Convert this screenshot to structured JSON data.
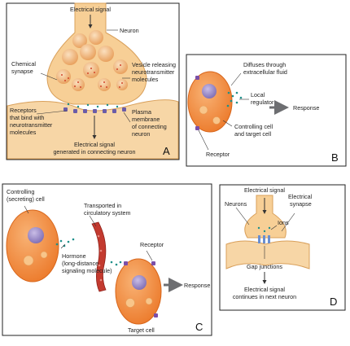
{
  "panels": {
    "a": {
      "tag": "A",
      "labels": {
        "electrical_signal": "Electrical signal",
        "neuron": "Neuron",
        "chemical_synapse_1": "Chemical",
        "chemical_synapse_2": "synapse",
        "vesicle_1": "Vesicle releasing",
        "vesicle_2": "neurotransmitter",
        "vesicle_3": "molecules",
        "receptors_1": "Receptors",
        "receptors_2": "that bind with",
        "receptors_3": "neurotransmitter",
        "receptors_4": "molecules",
        "plasma_1": "Plasma",
        "plasma_2": "membrane",
        "plasma_3": "of connecting",
        "plasma_4": "neuron",
        "generated_1": "Electrical signal",
        "generated_2": "generated in connecting neuron"
      }
    },
    "b": {
      "tag": "B",
      "labels": {
        "diffuses_1": "Diffuses through",
        "diffuses_2": "extracellular fluid",
        "local_1": "Local",
        "local_2": "regulator",
        "response": "Response",
        "controlling_1": "Controlling cell",
        "controlling_2": "and target cell",
        "receptor": "Receptor"
      }
    },
    "c": {
      "tag": "C",
      "labels": {
        "controlling_1": "Controlling",
        "controlling_2": "(secreting) cell",
        "transported_1": "Transported in",
        "transported_2": "circulatory system",
        "hormone_1": "Hormone",
        "hormone_2": "(long-distance",
        "hormone_3": "signaling molecule)",
        "receptor": "Receptor",
        "response": "Response",
        "target": "Target cell"
      }
    },
    "d": {
      "tag": "D",
      "labels": {
        "electrical_signal": "Electrical signal",
        "neurons": "Neurons",
        "elec_syn_1": "Electrical",
        "elec_syn_2": "synapse",
        "ions": "Ions",
        "gap": "Gap junctions",
        "continues_1": "Electrical signal",
        "continues_2": "continues in next neuron"
      }
    }
  },
  "colors": {
    "cell_orange": "#f07f2e",
    "cell_light": "#f6a25c",
    "neuron_peach": "#f7d2a0",
    "nucleus_purple": "#9b8bc7",
    "receptor_purple": "#7b4fa8",
    "signal_dot_teal": "#1e8f8a",
    "vessel_red": "#c33a2f",
    "arrow_gray": "#6d6e71"
  }
}
